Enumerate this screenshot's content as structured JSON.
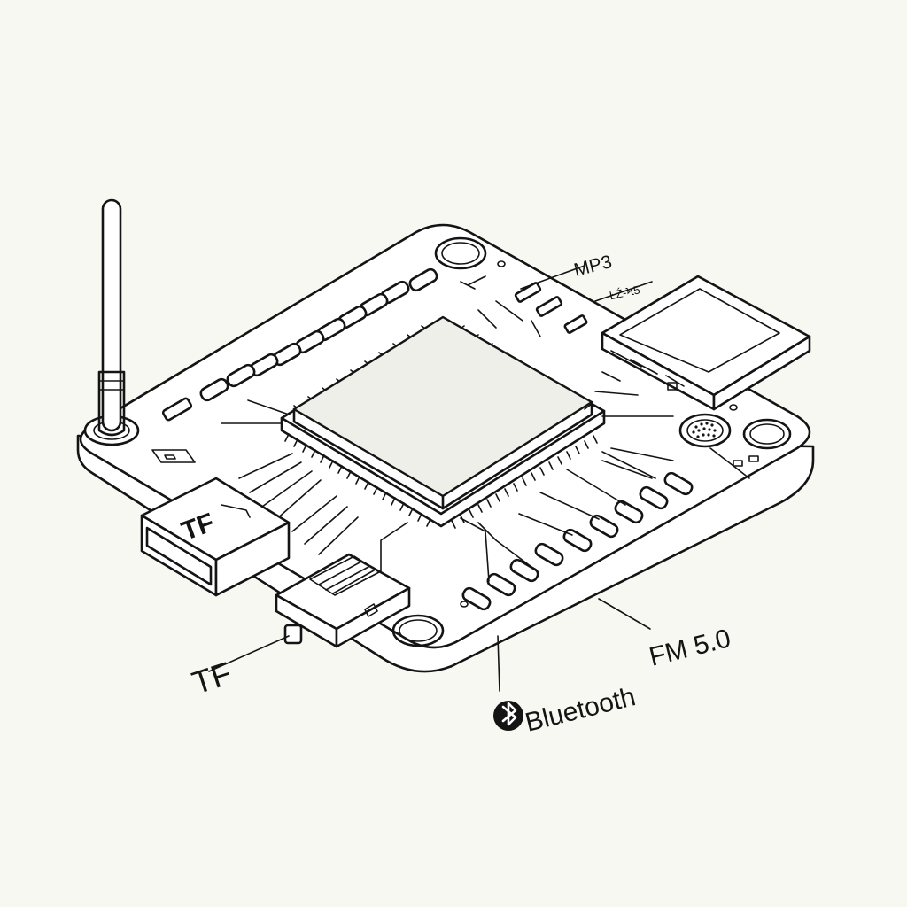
{
  "labels": {
    "mp3": "MP3",
    "chip_code": "ŁŹ-Ϟ5",
    "tf_connector": "TF",
    "tf_pointer": "TF",
    "bluetooth": "Bluetooth",
    "fm": "FM 5.0"
  },
  "icons": {
    "bluetooth": "bluetooth-icon"
  }
}
